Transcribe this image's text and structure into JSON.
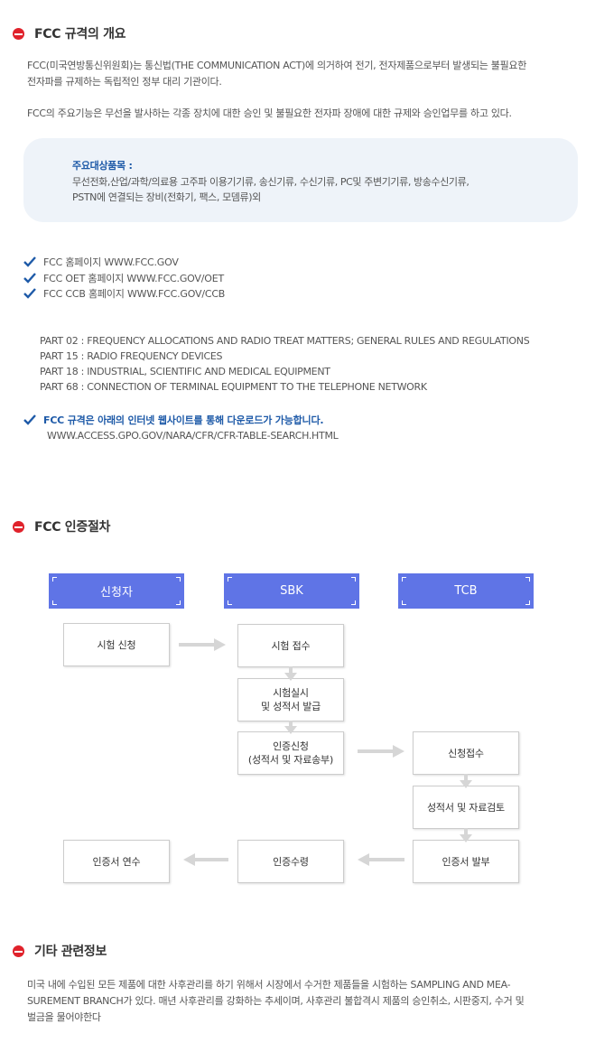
{
  "overview": {
    "title": "FCC 규격의 개요",
    "para1_line1": "FCC(미국연방통신위원회)는 통신법(THE COMMUNICATION ACT)에 의거하여 전기, 전자제품으로부터 발생되는 불필요한",
    "para1_line2": "전자파를 규제하는 독립적인 정부 대리 기관이다.",
    "para2": "FCC의 주요기능은 무선을 발사하는 각종 장치에 대한 승인 및 불필요한 전자파 장애에 대한 규제와 승인업무를 하고 있다.",
    "box": {
      "title": "주요대상품목 :",
      "line1": "무선전화,산업/과학/의료용 고주파 이용기기류, 송신기류, 수신기류, PC및 주변기기류, 방송수신기류,",
      "line2": "PSTN에 연결되는 장비(전화기, 팩스, 모뎀류)외"
    },
    "links": [
      "FCC 홈페이지 WWW.FCC.GOV",
      "FCC OET 홈페이지  WWW.FCC.GOV/OET",
      "FCC CCB 홈페이지 WWW.FCC.GOV/CCB"
    ],
    "parts": [
      "PART 02 : FREQUENCY ALLOCATIONS AND RADIO TREAT MATTERS; GENERAL RULES AND REGULATIONS",
      "PART 15 : RADIO FREQUENCY DEVICES",
      "PART 18 : INDUSTRIAL, SCIENTIFIC AND MEDICAL EQUIPMENT",
      "PART 68 : CONNECTION OF TERMINAL EQUIPMENT TO THE TELEPHONE NETWORK"
    ],
    "download_note": "FCC 규격은 아래의 인터넷 웹사이트를 통해 다운로드가 가능합니다.",
    "download_url": "WWW.ACCESS.GPO.GOV/NARA/CFR/CFR-TABLE-SEARCH.HTML"
  },
  "procedure": {
    "title": "FCC 인증절차",
    "headers": [
      "신청자",
      "SBK",
      "TCB"
    ],
    "steps": {
      "apply": "시험 신청",
      "receive": "시험 접수",
      "test_issue": "시험실시\n및 성적서 발급",
      "cert_apply": "인증신청\n(성적서 및 자료송부)",
      "app_receive": "신청접수",
      "review": "성적서 및 자료검토",
      "issue": "인증서 발부",
      "cert_receive": "인증수령",
      "cert_deliver": "인증서 연수"
    }
  },
  "other": {
    "title": "기타 관련정보",
    "line1": "미국 내에 수입된 모든 제품에 대한 사후관리를 하기 위해서 시장에서 수거한 제품들을 시험하는 SAMPLING AND MEA-",
    "line2": "SUREMENT BRANCH가 있다. 매년 사후관리를 강화하는 추세이며, 사후관리 불합격시 제품의 승인취소, 시판중지, 수거 및",
    "line3": "벌금을 물어야한다"
  },
  "colors": {
    "accent": "#e0222b",
    "blue": "#1e5aa8",
    "header_bg": "#5f74e6",
    "box_bg": "#eef3f9"
  }
}
